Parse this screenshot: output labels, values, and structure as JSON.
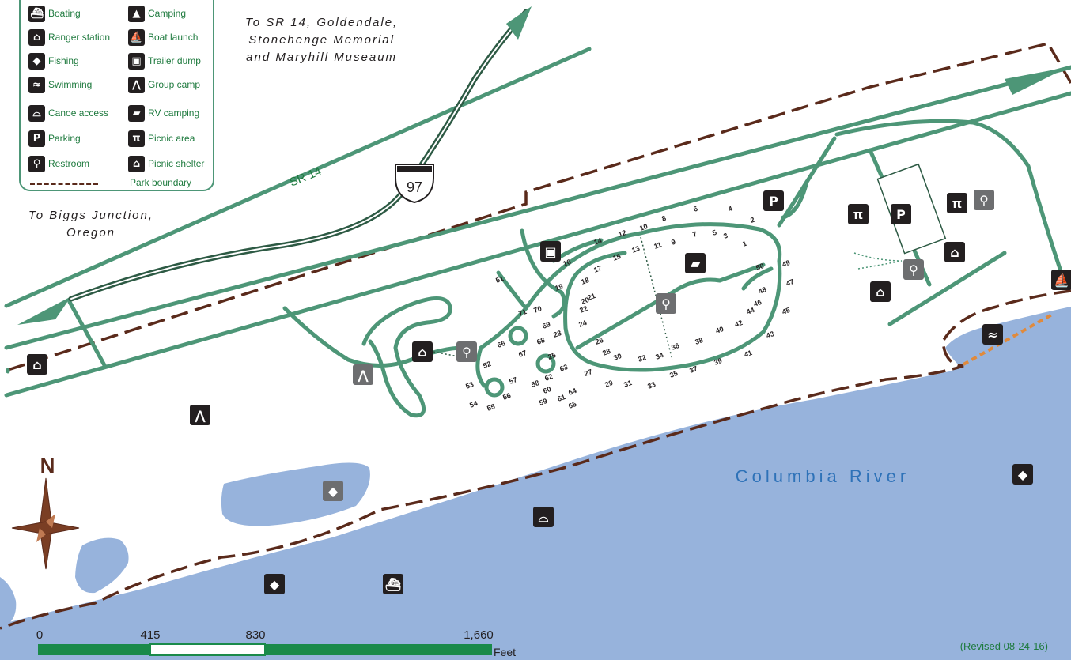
{
  "legend": {
    "items": [
      {
        "label": "Boating",
        "icon": "boat-icon"
      },
      {
        "label": "Camping",
        "icon": "tent-icon"
      },
      {
        "label": "Ranger station",
        "icon": "house-icon"
      },
      {
        "label": "Boat launch",
        "icon": "boat-launch-icon"
      },
      {
        "label": "Fishing",
        "icon": "fish-icon"
      },
      {
        "label": "Trailer dump",
        "icon": "trailer-dump-icon"
      },
      {
        "label": "Swimming",
        "icon": "swimmer-icon"
      },
      {
        "label": "Group camp",
        "icon": "group-camp-icon"
      },
      {
        "label": "Canoe access",
        "icon": "canoe-icon"
      },
      {
        "label": "RV camping",
        "icon": "rv-icon"
      },
      {
        "label": "Parking",
        "icon": "parking-icon"
      },
      {
        "label": "Picnic area",
        "icon": "picnic-table-icon"
      },
      {
        "label": "Restroom",
        "icon": "restroom-icon"
      },
      {
        "label": "Picnic shelter",
        "icon": "picnic-shelter-icon"
      }
    ],
    "boundary_label": "Park boundary"
  },
  "labels": {
    "to_north_line1": "To SR 14, Goldendale,",
    "to_north_line2": "Stonehenge Memorial",
    "to_north_line3": "and Maryhill Museaum",
    "to_west_line1": "To Biggs Junction,",
    "to_west_line2": "Oregon",
    "sr14": "SR 14",
    "interstate": "97",
    "river": "Columbia River",
    "north": "N",
    "revised": "(Revised 08-24-16)"
  },
  "scale": {
    "ticks": [
      "0",
      "415",
      "830",
      "1,660"
    ],
    "unit": "Feet"
  },
  "sites": [
    "1",
    "2",
    "3",
    "4",
    "5",
    "6",
    "7",
    "8",
    "9",
    "10",
    "11",
    "12",
    "13",
    "14",
    "15",
    "16",
    "17",
    "18",
    "19",
    "20",
    "21",
    "22",
    "23",
    "24",
    "25",
    "26",
    "27",
    "28",
    "29",
    "30",
    "31",
    "32",
    "33",
    "34",
    "35",
    "36",
    "37",
    "38",
    "39",
    "40",
    "41",
    "42",
    "43",
    "44",
    "45",
    "46",
    "47",
    "48",
    "49",
    "50",
    "51",
    "52",
    "53",
    "54",
    "55",
    "56",
    "57",
    "58",
    "59",
    "60",
    "61",
    "62",
    "63",
    "64",
    "65",
    "66",
    "67",
    "68",
    "69",
    "70",
    "71"
  ],
  "colors": {
    "water": "#97b3dc",
    "road": "#4d9677",
    "boundary": "#5a2a1b",
    "highway": "#2d5a44",
    "label_green": "#1e7a3e",
    "river_text": "#2e72b8"
  }
}
